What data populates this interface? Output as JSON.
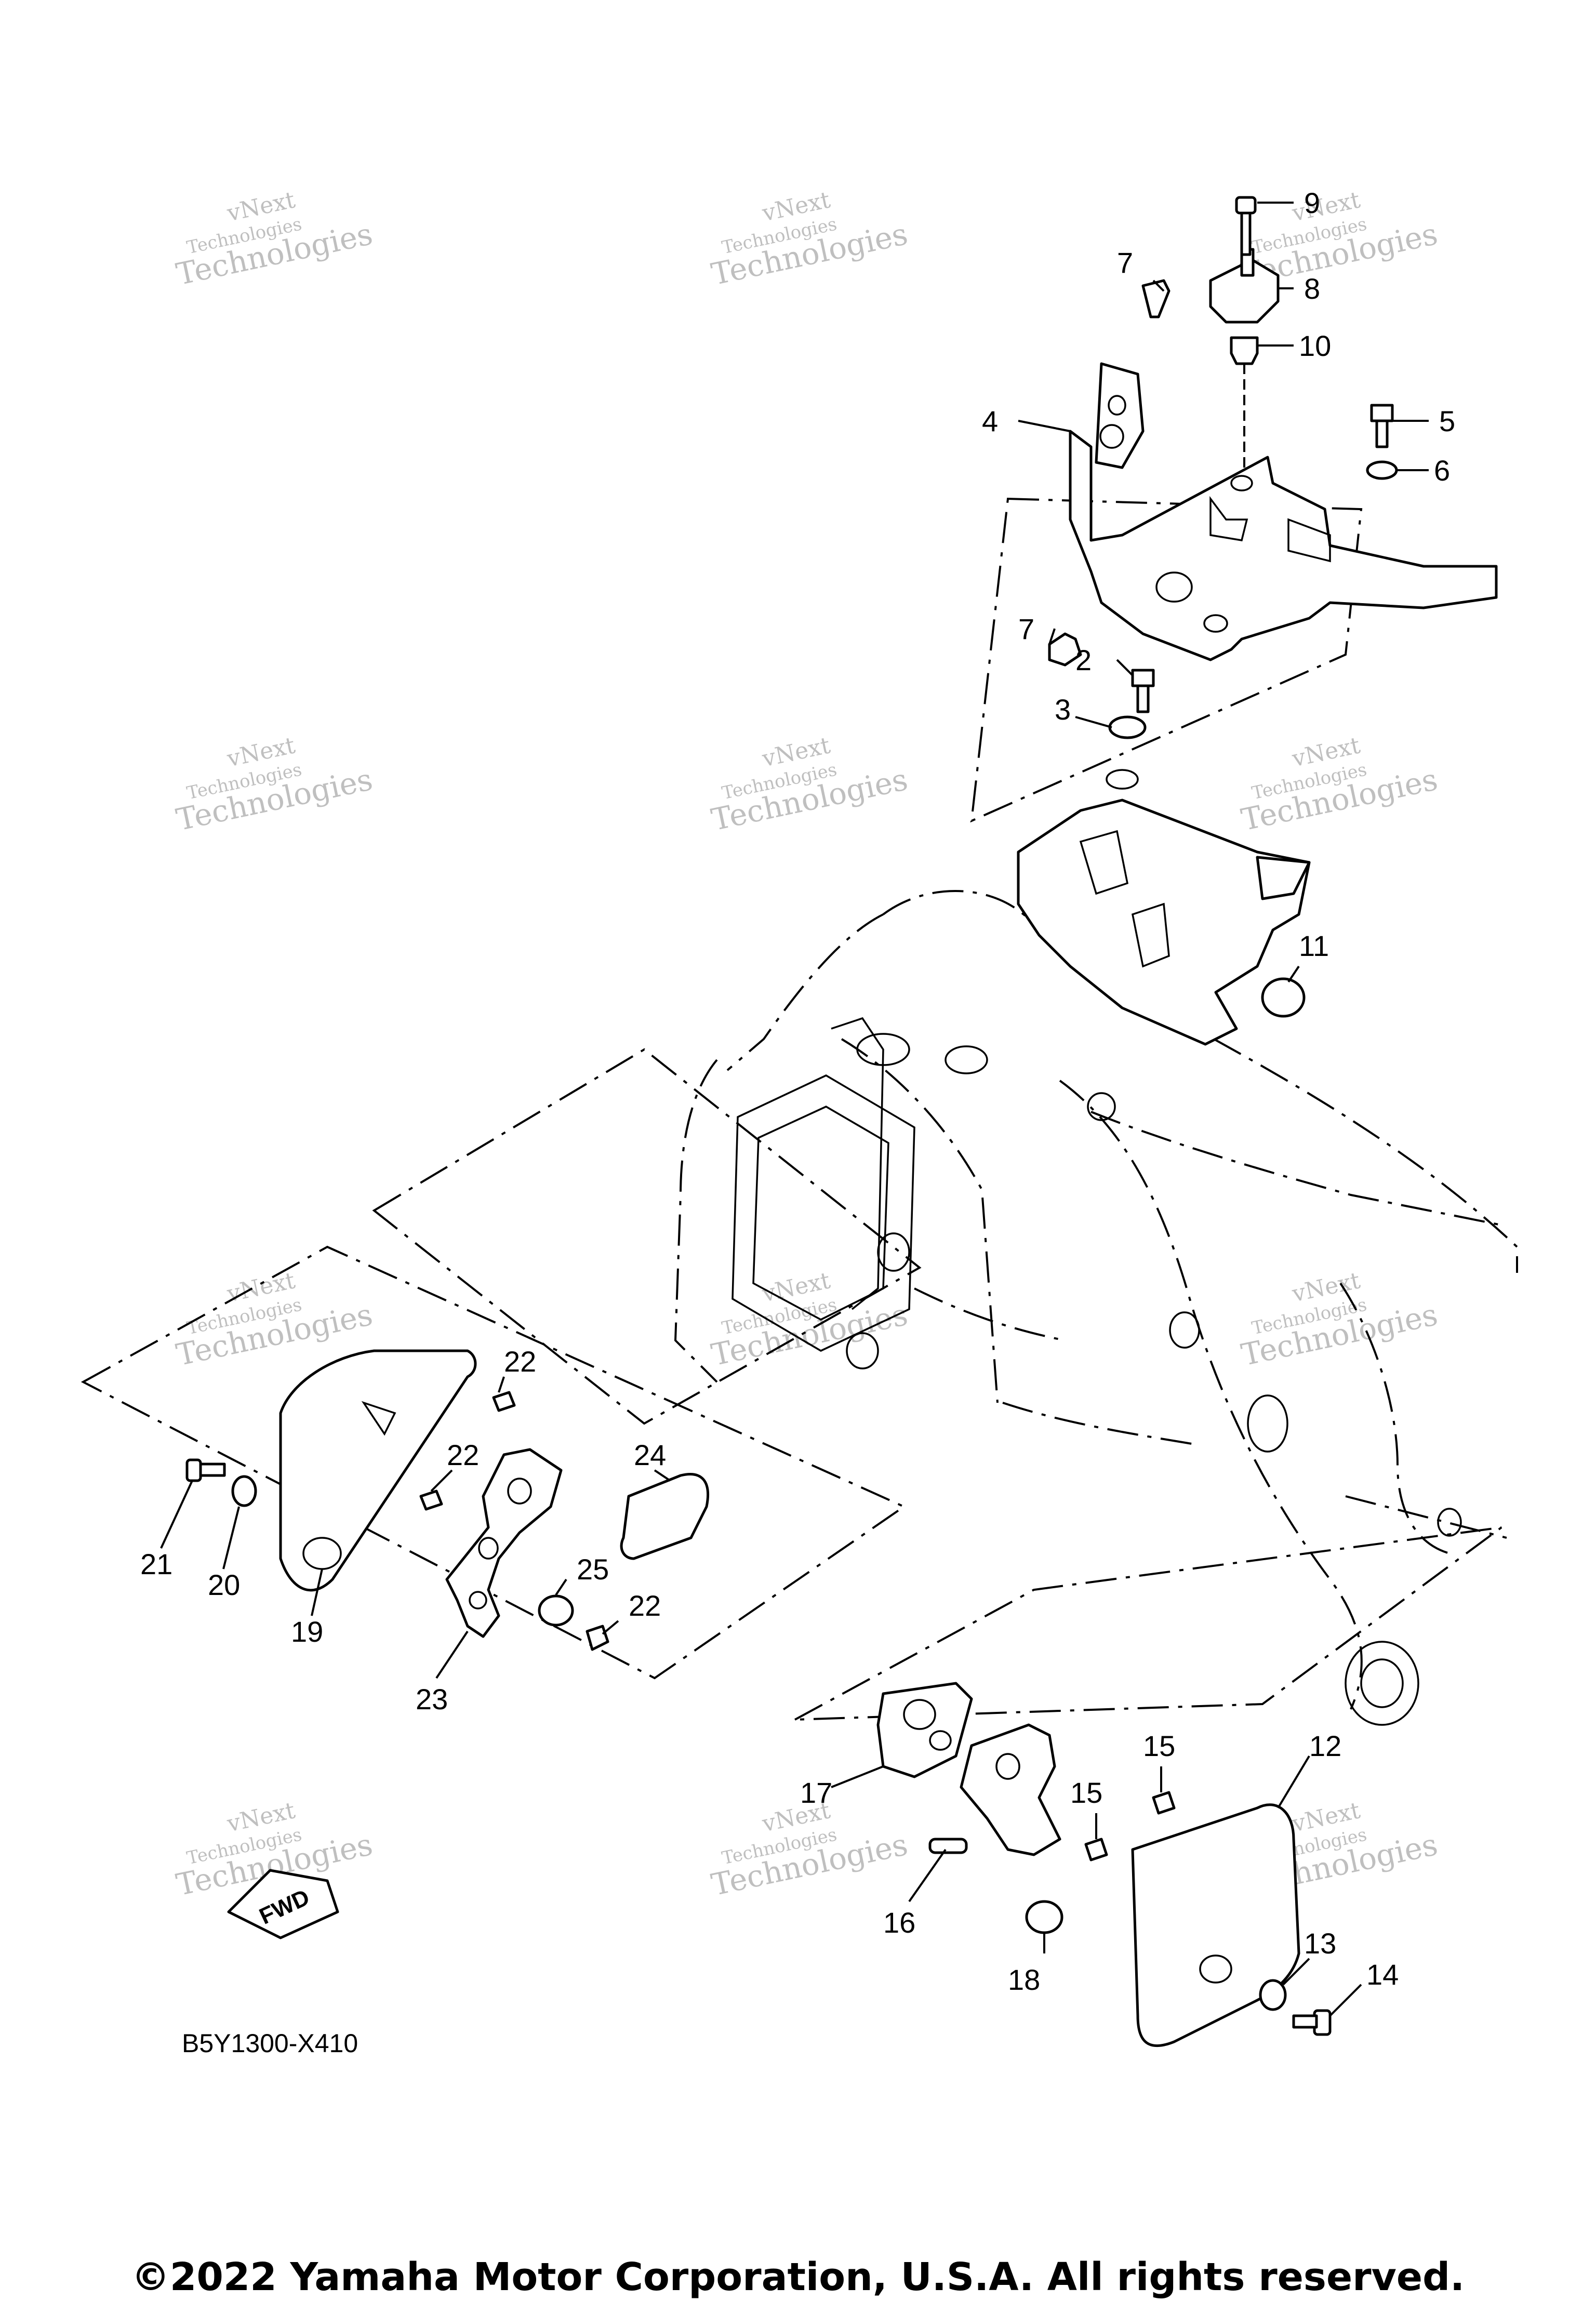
{
  "diagram_code": "B5Y1300-X410",
  "fwd_label": "FWD",
  "copyright": "©2022 Yamaha Motor Corporation, U.S.A. All rights reserved.",
  "watermark": {
    "line1": "vNext",
    "line2": "Technologies",
    "line3": "Technologies"
  },
  "callouts": [
    "9",
    "7",
    "8",
    "10",
    "4",
    "5",
    "6",
    "7",
    "2",
    "3",
    "11",
    "22",
    "22",
    "24",
    "21",
    "20",
    "19",
    "25",
    "22",
    "23",
    "17",
    "15",
    "15",
    "12",
    "16",
    "18",
    "13",
    "14"
  ]
}
